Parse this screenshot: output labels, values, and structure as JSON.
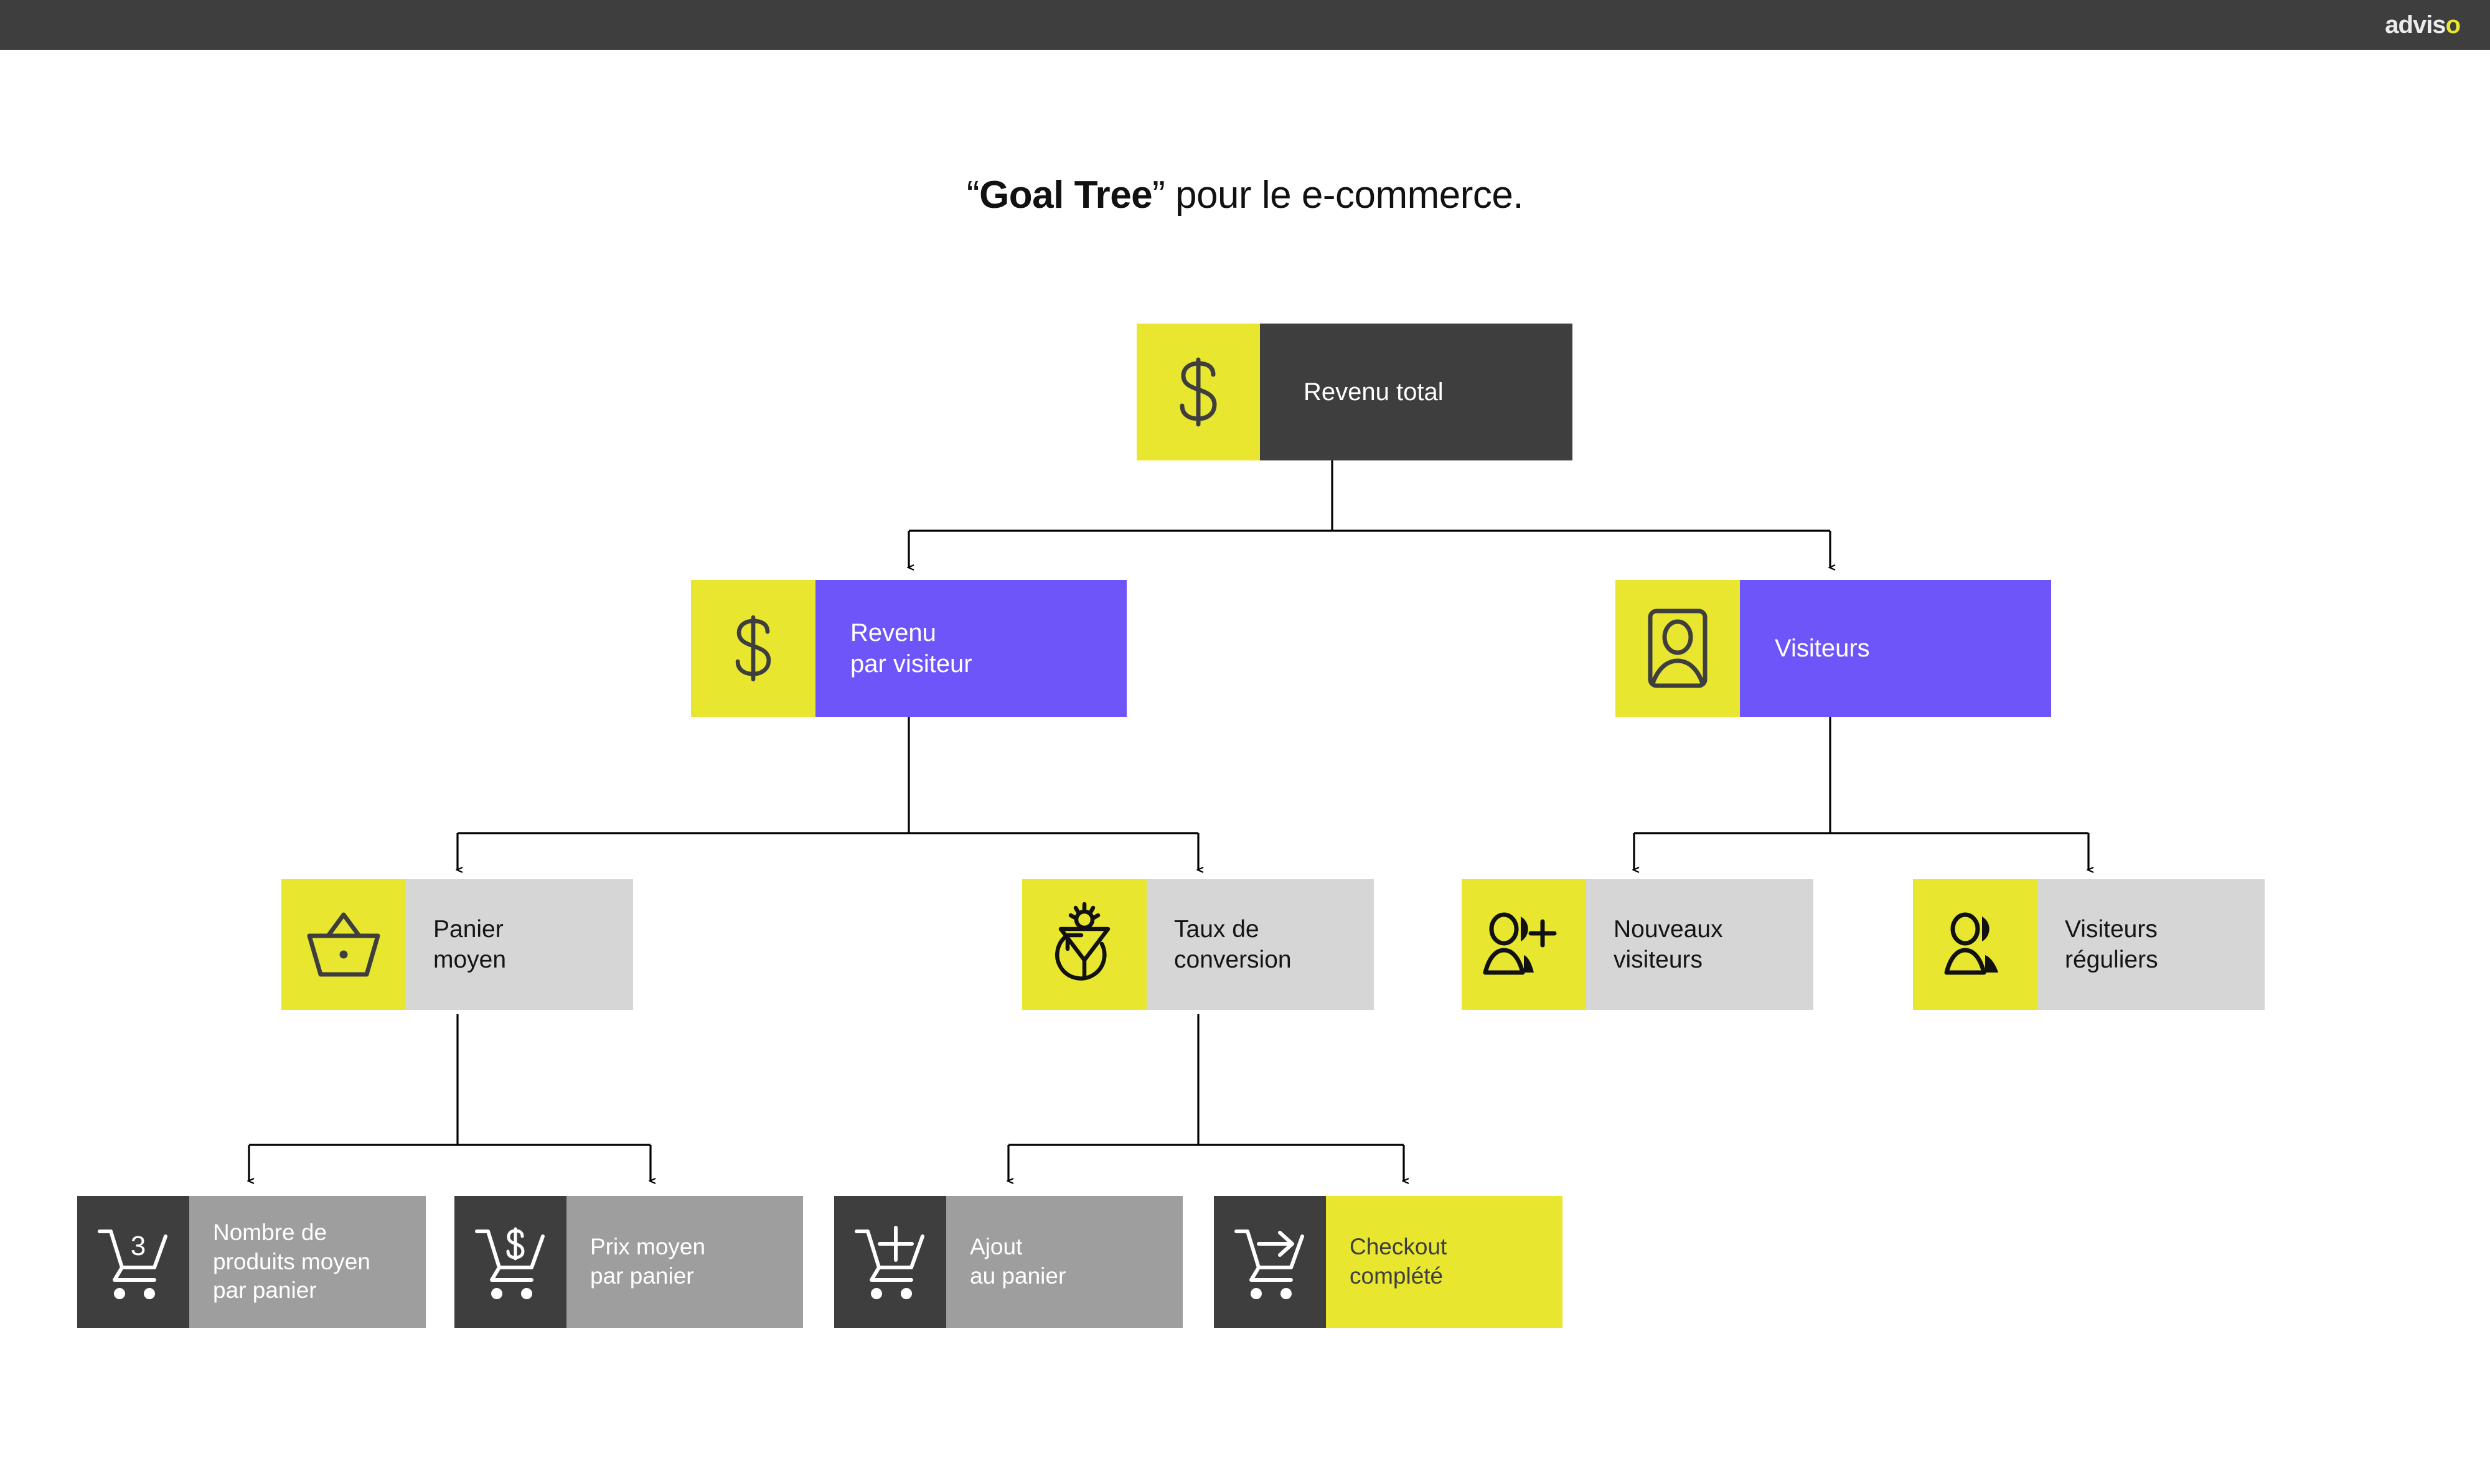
{
  "header": {
    "brand_main": "advis",
    "brand_accent": "o",
    "background": "#3E3E3E"
  },
  "title": {
    "quote_open": "“",
    "strong": "Goal Tree",
    "quote_close": "”",
    "rest": " pour le e-commerce."
  },
  "palette": {
    "yellow": "#E8E62E",
    "purple": "#6E55FA",
    "dark": "#3E3E3E",
    "light_grey": "#D6D6D6",
    "mid_grey": "#9E9E9E",
    "white": "#FFFFFF"
  },
  "chart_data": {
    "type": "diagram",
    "title": "“Goal Tree” pour le e-commerce.",
    "levels": 4,
    "nodes": [
      {
        "id": "revenu-total",
        "label": "Revenu total",
        "level": 1,
        "icon": "dollar-icon",
        "icon_bg": "#E8E62E",
        "label_bg": "#3E3E3E",
        "parent": null
      },
      {
        "id": "revenu-par-visiteur",
        "label": "Revenu\npar visiteur",
        "level": 2,
        "icon": "dollar-icon",
        "icon_bg": "#E8E62E",
        "label_bg": "#6E55FA",
        "parent": "revenu-total"
      },
      {
        "id": "visiteurs",
        "label": "Visiteurs",
        "level": 2,
        "icon": "person-card-icon",
        "icon_bg": "#E8E62E",
        "label_bg": "#6E55FA",
        "parent": "revenu-total"
      },
      {
        "id": "panier-moyen",
        "label": "Panier\nmoyen",
        "level": 3,
        "icon": "basket-icon",
        "icon_bg": "#E8E62E",
        "label_bg": "#D6D6D6",
        "parent": "revenu-par-visiteur"
      },
      {
        "id": "taux-de-conversion",
        "label": "Taux de\nconversion",
        "level": 3,
        "icon": "funnel-refresh-icon",
        "icon_bg": "#E8E62E",
        "label_bg": "#D6D6D6",
        "parent": "revenu-par-visiteur"
      },
      {
        "id": "nouveaux-visiteurs",
        "label": "Nouveaux\nvisiteurs",
        "level": 3,
        "icon": "person-add-icon",
        "icon_bg": "#E8E62E",
        "label_bg": "#D6D6D6",
        "parent": "visiteurs"
      },
      {
        "id": "visiteurs-reguliers",
        "label": "Visiteurs\nréguliers",
        "level": 3,
        "icon": "people-icon",
        "icon_bg": "#E8E62E",
        "label_bg": "#D6D6D6",
        "parent": "visiteurs"
      },
      {
        "id": "nombre-de-produits",
        "label": "Nombre de\nproduits moyen\npar panier",
        "level": 4,
        "icon": "cart-three-icon",
        "icon_bg": "#3E3E3E",
        "label_bg": "#9E9E9E",
        "parent": "panier-moyen"
      },
      {
        "id": "prix-moyen-par-panier",
        "label": "Prix moyen\npar panier",
        "level": 4,
        "icon": "cart-dollar-icon",
        "icon_bg": "#3E3E3E",
        "label_bg": "#9E9E9E",
        "parent": "panier-moyen"
      },
      {
        "id": "ajout-au-panier",
        "label": "Ajout\nau panier",
        "level": 4,
        "icon": "cart-plus-icon",
        "icon_bg": "#3E3E3E",
        "label_bg": "#9E9E9E",
        "parent": "taux-de-conversion"
      },
      {
        "id": "checkout-complete",
        "label": "Checkout\ncomplété",
        "level": 4,
        "icon": "cart-arrow-icon",
        "icon_bg": "#3E3E3E",
        "label_bg": "#E8E62E",
        "parent": "taux-de-conversion"
      }
    ],
    "edges": [
      {
        "from": "revenu-total",
        "to": "revenu-par-visiteur"
      },
      {
        "from": "revenu-total",
        "to": "visiteurs"
      },
      {
        "from": "revenu-par-visiteur",
        "to": "panier-moyen"
      },
      {
        "from": "revenu-par-visiteur",
        "to": "taux-de-conversion"
      },
      {
        "from": "visiteurs",
        "to": "nouveaux-visiteurs"
      },
      {
        "from": "visiteurs",
        "to": "visiteurs-reguliers"
      },
      {
        "from": "panier-moyen",
        "to": "nombre-de-produits"
      },
      {
        "from": "panier-moyen",
        "to": "prix-moyen-par-panier"
      },
      {
        "from": "taux-de-conversion",
        "to": "ajout-au-panier"
      },
      {
        "from": "taux-de-conversion",
        "to": "checkout-complete"
      }
    ],
    "cart_icon_badge": "3"
  }
}
